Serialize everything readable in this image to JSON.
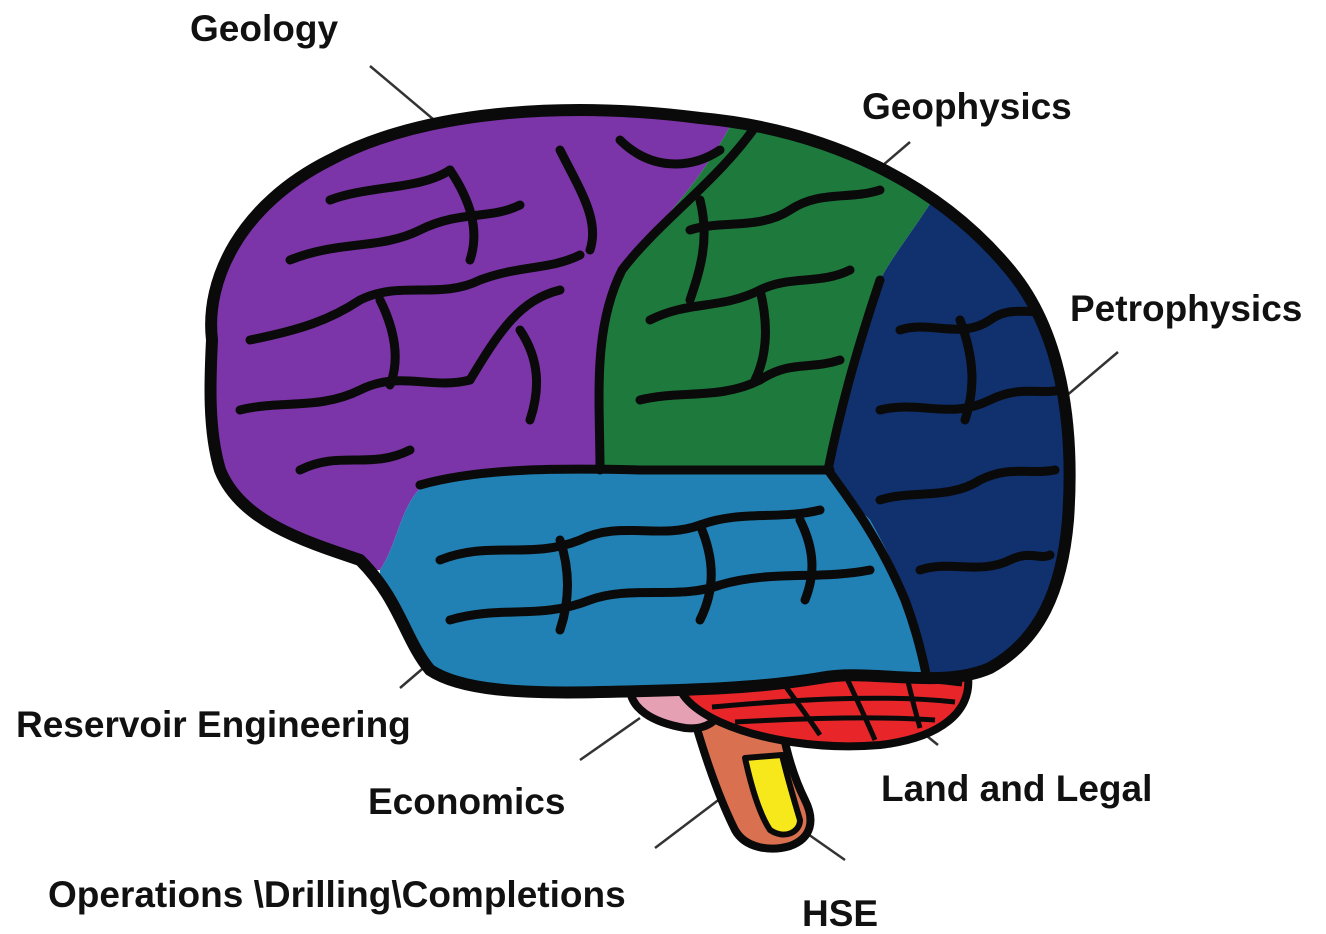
{
  "labels": {
    "geology": "Geology",
    "geophysics": "Geophysics",
    "petrophysics": "Petrophysics",
    "reservoir_engineering": "Reservoir Engineering",
    "economics": "Economics",
    "land_and_legal": "Land and Legal",
    "operations": "Operations \\Drilling\\Completions",
    "hse": "HSE"
  },
  "colors": {
    "frontal_lobe": "#7c35a8",
    "parietal_lobe": "#1e7a3c",
    "occipital_lobe": "#10306e",
    "temporal_lobe": "#2181b4",
    "cerebellum": "#e8262a",
    "pons": "#e6a0b4",
    "medulla": "#d9704f",
    "spinal_cord": "#f6e81a",
    "outline": "#0a0a0a",
    "leader_line": "#333333"
  }
}
